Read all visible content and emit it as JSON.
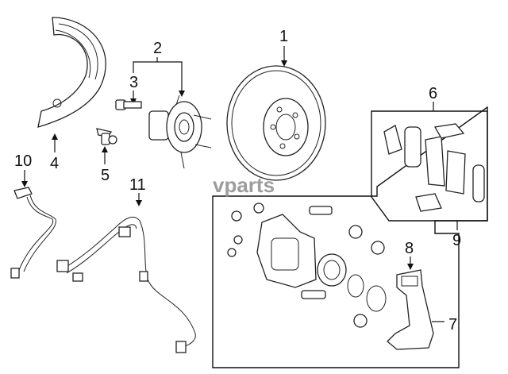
{
  "callouts": {
    "c1": "1",
    "c2": "2",
    "c3": "3",
    "c4": "4",
    "c5": "5",
    "c6": "6",
    "c7": "7",
    "c8": "8",
    "c9": "9",
    "c10": "10",
    "c11": "11"
  },
  "watermark": "vparts"
}
